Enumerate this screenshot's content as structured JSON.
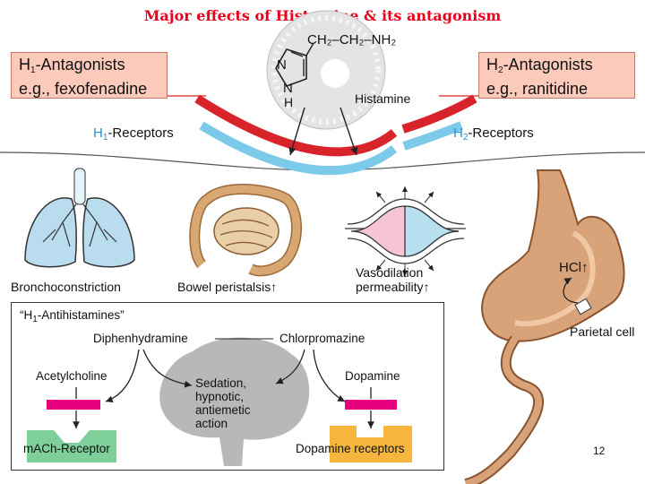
{
  "title": "Major effects of Histamine & its antagonism",
  "h1_box": {
    "line1_pre": "H",
    "line1_sub": "1",
    "line1_post": "-Antagonists",
    "line2": "e.g., fexofenadine"
  },
  "h2_box": {
    "line1_pre": "H",
    "line1_sub": "2",
    "line1_post": "-Antagonists",
    "line2": "e.g., ranitidine"
  },
  "molecule": {
    "chain": "CH₂–CH₂–NH₂",
    "n_top": "N",
    "n_bottom": "N",
    "h_bottom": "H",
    "label": "Histamine"
  },
  "h1_receptors": {
    "pre": "H",
    "sub": "1",
    "post": "-Receptors"
  },
  "h2_receptors": {
    "pre": "H",
    "sub": "2",
    "post": "-Receptors"
  },
  "effects": {
    "broncho": "Bronchoconstriction",
    "bowel": "Bowel peristalsis↑",
    "vaso_line1": "Vasodilation",
    "vaso_line2": "permeability↑",
    "hcl": "HCl↑",
    "parietal": "Parietal cell"
  },
  "antihistamines": {
    "heading_pre": "“H",
    "heading_sub": "1",
    "heading_post": "-Antihistamines”",
    "diphenhydramine": "Diphenhydramine",
    "chlorpromazine": "Chlorpromazine",
    "acetylcholine": "Acetylcholine",
    "dopamine": "Dopamine",
    "sedation": [
      "Sedation,",
      "hypnotic,",
      "antiemetic",
      "action"
    ],
    "mach_receptor": "mACh-Receptor",
    "dopamine_receptors": "Dopamine receptors"
  },
  "page_number": "12",
  "colors": {
    "title_red": "#e8001c",
    "antagonist_red": "#d8232a",
    "receptor_blue": "#7ccaea",
    "box_fill": "#fbcabb",
    "magenta": "#e6007e",
    "mach_green": "#7ecf9a",
    "dopamine_yellow": "#f6b63e",
    "brain_gray": "#b8b8b8",
    "stomach_tan": "#d9a37a"
  },
  "icons": [
    "histamine-molecule",
    "lungs-icon",
    "bowel-icon",
    "blood-vessel-icon",
    "stomach-icon",
    "brain-icon"
  ]
}
